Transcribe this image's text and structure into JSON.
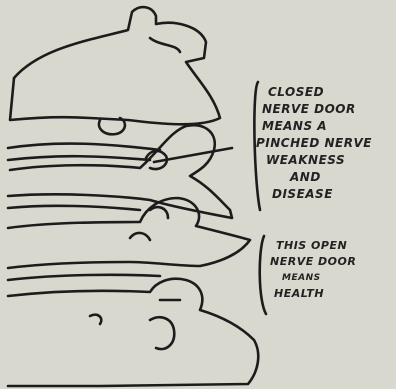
{
  "labels": {
    "closed": [
      "CLOSED",
      "NERVE DOOR",
      "MEANS A",
      "PINCHED NERVE",
      "WEAKNESS",
      "AND",
      "DISEASE"
    ],
    "open": [
      "THIS OPEN",
      "NERVE DOOR",
      "MEANS",
      "HEALTH"
    ]
  },
  "colors": {
    "paper": "#d9d8ce",
    "ink": "#1c1c1c"
  }
}
